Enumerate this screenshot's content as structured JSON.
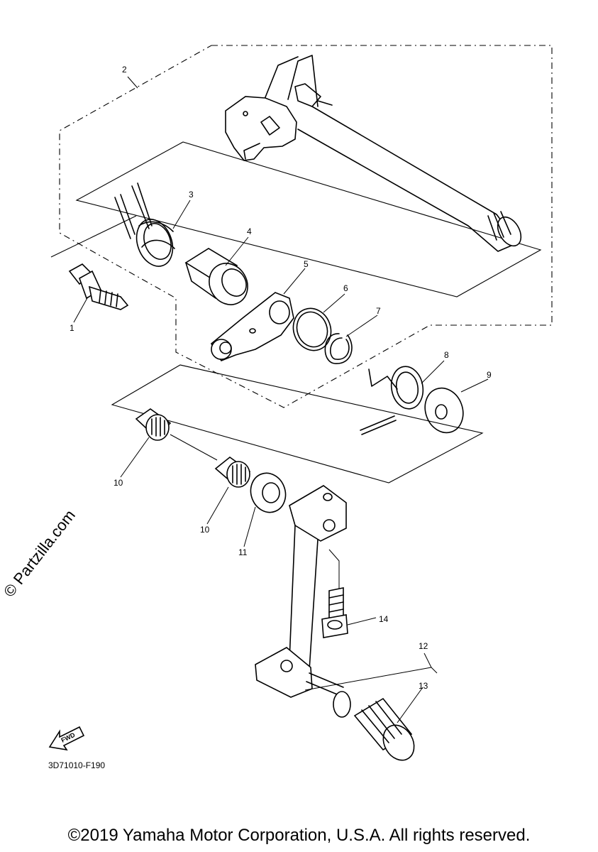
{
  "diagram": {
    "labels": [
      {
        "id": "1",
        "text": "1"
      },
      {
        "id": "2",
        "text": "2"
      },
      {
        "id": "3",
        "text": "3"
      },
      {
        "id": "4",
        "text": "4"
      },
      {
        "id": "5",
        "text": "5"
      },
      {
        "id": "6",
        "text": "6"
      },
      {
        "id": "7",
        "text": "7"
      },
      {
        "id": "8",
        "text": "8"
      },
      {
        "id": "9",
        "text": "9"
      },
      {
        "id": "10a",
        "text": "10"
      },
      {
        "id": "10b",
        "text": "10"
      },
      {
        "id": "11",
        "text": "11"
      },
      {
        "id": "12",
        "text": "12"
      },
      {
        "id": "13",
        "text": "13"
      },
      {
        "id": "14",
        "text": "14"
      }
    ],
    "fwd_label": "FWD",
    "diagram_code": "3D71010-F190",
    "watermark": "© Partzilla.com",
    "copyright": "©2019 Yamaha Motor Corporation, U.S.A. All rights reserved."
  }
}
